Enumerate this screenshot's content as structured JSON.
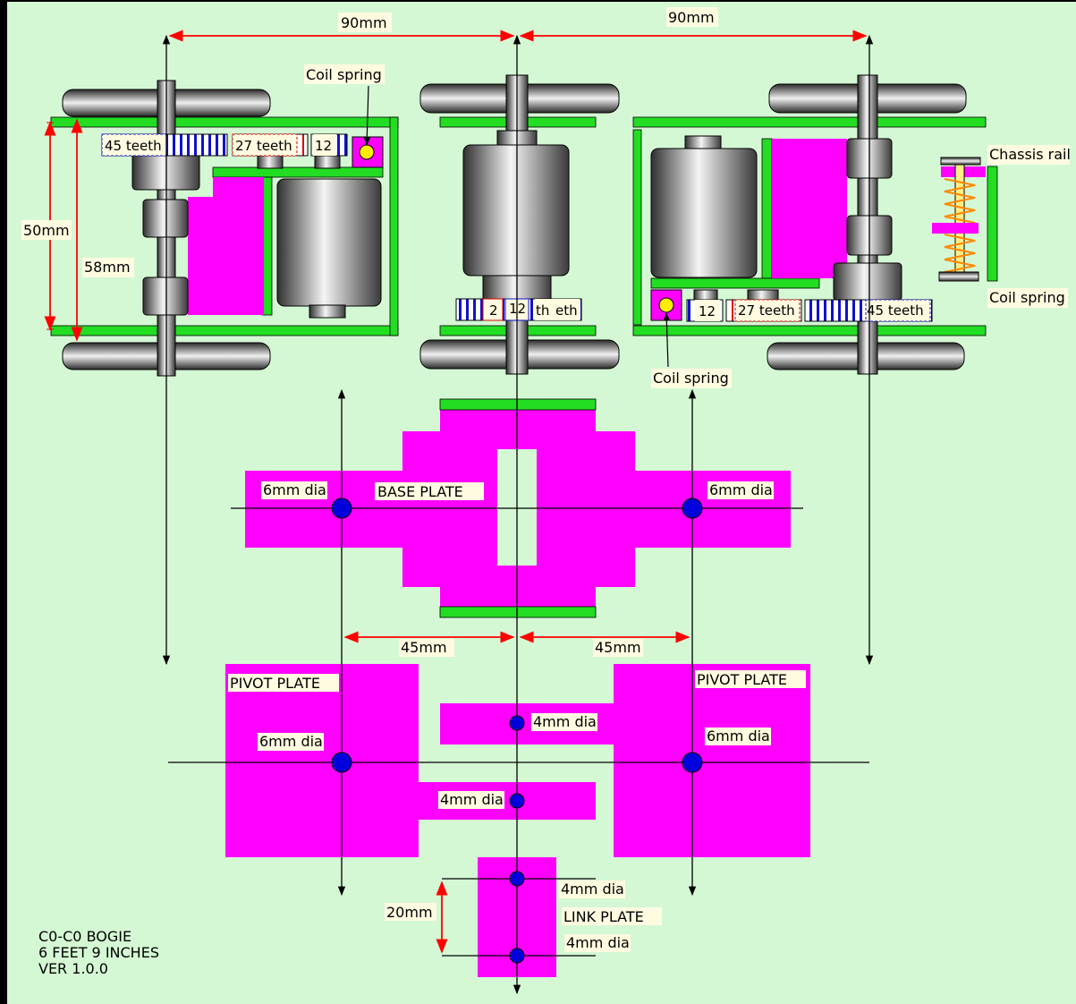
{
  "colors": {
    "background": "#d4f8d4",
    "plate": "#ff00ff",
    "rail": "#22dd22",
    "dimension": "#ff0000",
    "hole": "#0000dd",
    "spring": "#ff8800",
    "label_bg": "#fffbe0"
  },
  "dimensions": {
    "axle_spacing_left": "90mm",
    "axle_spacing_right": "90mm",
    "frame_height": "50mm",
    "wheel_span": "58mm",
    "pivot_spacing_left": "45mm",
    "pivot_spacing_right": "45mm",
    "link_spacing": "20mm"
  },
  "gears": {
    "left_large": "45 teeth",
    "left_mid": "27 teeth",
    "left_small": "12",
    "center_a": "2",
    "center_b": "12",
    "center_c": "th",
    "center_d": "eth",
    "right_small": "12",
    "right_mid": "27 teeth",
    "right_large": "45 teeth"
  },
  "labels": {
    "coil_spring_top": "Coil spring",
    "coil_spring_bottom": "Coil spring",
    "coil_spring_right": "Coil spring",
    "chassis_rail": "Chassis rail",
    "base_plate": "BASE PLATE",
    "base_hole_left": "6mm dia",
    "base_hole_right": "6mm dia",
    "pivot_plate_left": "PIVOT PLATE",
    "pivot_plate_right": "PIVOT PLATE",
    "pivot_hole_left": "6mm dia",
    "pivot_hole_right": "6mm dia",
    "center_hole_upper": "4mm dia",
    "center_hole_lower": "4mm dia",
    "link_plate": "LINK PLATE",
    "link_hole_upper": "4mm dia",
    "link_hole_lower": "4mm dia"
  },
  "title_block": {
    "line1": "C0-C0 BOGIE",
    "line2": "6 FEET 9 INCHES",
    "line3": "VER 1.0.0"
  }
}
